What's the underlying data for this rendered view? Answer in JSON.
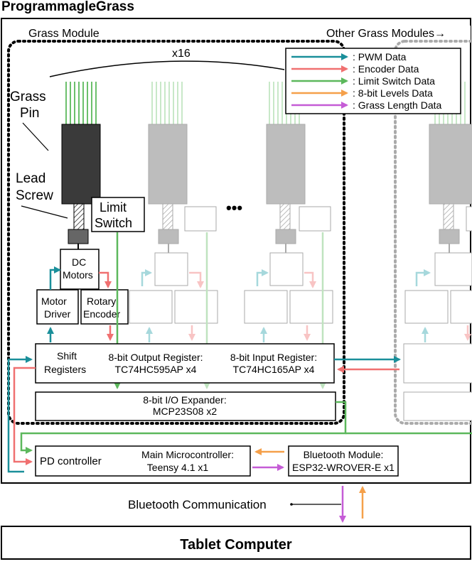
{
  "title": "ProgrammagleGrass",
  "grass_module_label": "Grass Module",
  "other_modules_label": "Other Grass Modules→",
  "multiplier": "x16",
  "ellipsis": "•••",
  "pin_label": [
    "Grass",
    "Pin"
  ],
  "lead_screw_label": [
    "Lead",
    "Screw"
  ],
  "limit_switch_label": [
    "Limit",
    "Switch"
  ],
  "dc_motors_label": [
    "DC",
    "Motors"
  ],
  "motor_driver_label": [
    "Motor",
    "Driver"
  ],
  "rotary_encoder_label": [
    "Rotary",
    "Encoder"
  ],
  "shift_registers_label": [
    "Shift",
    "Registers"
  ],
  "output_register": [
    "8-bit Output Register:",
    "TC74HC595AP x4"
  ],
  "input_register": [
    "8-bit Input Register:",
    "TC74HC165AP x4"
  ],
  "io_expander": [
    "8-bit I/O Expander:",
    "MCP23S08 x2"
  ],
  "pd_controller_label": "PD controller",
  "main_mcu": [
    "Main Microcontroller:",
    "Teensy 4.1 x1"
  ],
  "bluetooth_module": [
    "Bluetooth Module:",
    "ESP32-WROVER-E x1"
  ],
  "bluetooth_comm_label": "Bluetooth Communication",
  "tablet_label": "Tablet Computer",
  "legend": [
    {
      "label": ": PWM Data",
      "color": "#1a8f9a"
    },
    {
      "label": ": Encoder Data",
      "color": "#f07070"
    },
    {
      "label": ": Limit Switch Data",
      "color": "#5cb85c"
    },
    {
      "label": ": 8-bit Levels Data",
      "color": "#f5a04a"
    },
    {
      "label": ": Grass Length Data",
      "color": "#c55cd6"
    }
  ]
}
